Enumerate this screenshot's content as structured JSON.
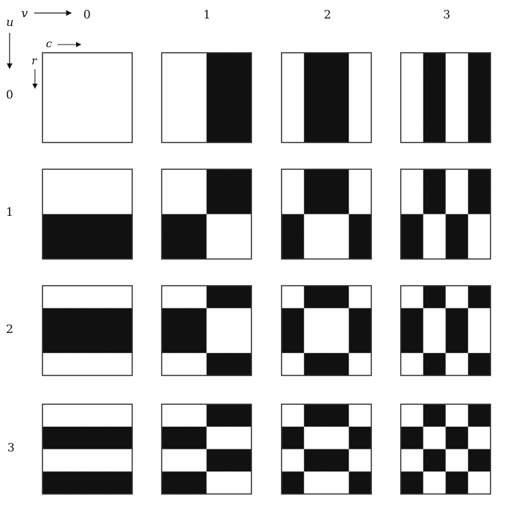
{
  "axes": {
    "u": "u",
    "v": "v",
    "r": "r",
    "c": "c"
  },
  "column_labels": [
    "0",
    "1",
    "2",
    "3"
  ],
  "row_labels": [
    "0",
    "1",
    "2",
    "3"
  ],
  "colors": {
    "dark": "#111111",
    "light": "#ffffff",
    "border": "#333333"
  },
  "walsh_sequency_order": [
    [
      1,
      1,
      1,
      1
    ],
    [
      1,
      1,
      -1,
      -1
    ],
    [
      1,
      -1,
      -1,
      1
    ],
    [
      1,
      -1,
      1,
      -1
    ]
  ]
}
